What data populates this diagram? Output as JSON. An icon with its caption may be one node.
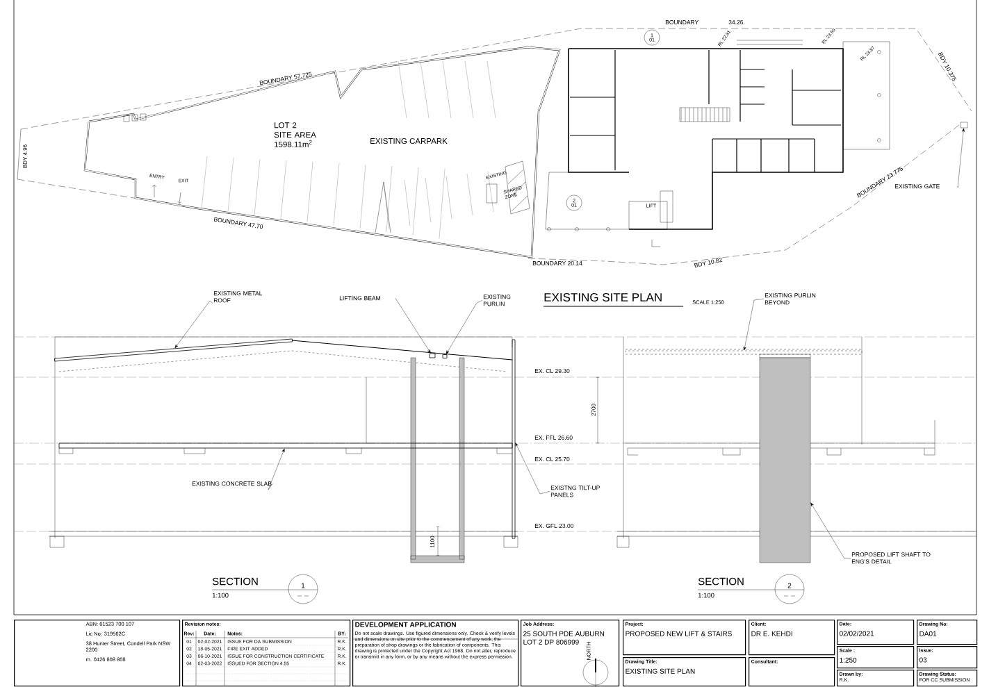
{
  "diagram": {
    "title": "EXISTING SITE PLAN",
    "nodes": [
      {
        "text": [
          "EXISTING METAL ROOF"
        ]
      },
      {
        "text": [
          "LIFTING BEAM"
        ]
      },
      {
        "text": [
          "EXISTING PURLIN"
        ]
      },
      {
        "text": [
          "EXISTING CONCRETE SLAB"
        ]
      },
      {
        "text": [
          "EXISTNG TILT-UP PANELS"
        ]
      },
      {
        "text": [
          "EXISTING PURLIN BEYOND"
        ]
      },
      {
        "text": [
          "PROPOSED LIFT SHAFT TO ENG'S DETAIL"
        ]
      },
      {
        "text": [
          "EXISTING GATE"
        ]
      },
      {
        "text": [
          "ABN: 61523 700 107",
          "Lic No: 319562C",
          "38 Hunter Street, Condell Park NSW 2200",
          "m. 0426 808 808"
        ]
      },
      {
        "text": [
          "Revision notes:"
        ]
      },
      {
        "text": [
          "DEVELOPMENT APPLICATION",
          "Do not scale drawings. Use figured dimensions only. Check & verify levels and dimensions on site prior to the commencement of any work, the preparation of shop drawings or the fabrication of components. This drawing is protected under the Copyright Act 1968. Do not alter, reproduce or transmitt in any form, or by any means without the express permission."
        ]
      },
      {
        "text": [
          "Job Address:",
          "25 SOUTH PDE AUBURN LOT 2 DP 806999"
        ]
      },
      {
        "text": [
          "Project:",
          "PROPOSED NEW LIFT & STAIRS"
        ]
      },
      {
        "text": [
          "Client:",
          "DR E. KEHDI"
        ]
      },
      {
        "text": [
          "Drawing Title:",
          "EXISTING SITE PLAN"
        ]
      },
      {
        "text": [
          "Consultant:"
        ]
      },
      {
        "text": [
          "Date:",
          "02/02/2021"
        ]
      },
      {
        "text": [
          "Drawing No:",
          "DA01"
        ]
      },
      {
        "text": [
          "Scale :",
          "1:250"
        ]
      },
      {
        "text": [
          "Issue:",
          "03"
        ]
      },
      {
        "text": [
          "Drawn by:",
          "R.K."
        ]
      },
      {
        "text": [
          "Drawing Status:",
          "FOR CC SUBMISSION"
        ]
      },
      {
        "text": [
          "1"
        ]
      },
      {
        "text": [
          "2"
        ]
      },
      {
        "text": [
          "1",
          "01"
        ]
      },
      {
        "text": [
          "2",
          "01"
        ]
      },
      {
        "text": [],
        "shape": "bar"
      },
      {
        "text": [],
        "shape": "bar"
      },
      {
        "text": [],
        "shape": "bar"
      },
      {
        "text": [],
        "shape": "bar"
      },
      {
        "text": [],
        "shape": "bar"
      },
      {
        "text": [],
        "shape": "bar"
      },
      {
        "text": [],
        "shape": "box"
      },
      {
        "text": [],
        "shape": "box"
      }
    ],
    "edges": [
      {
        "from": 0,
        "to": 26,
        "arrow": "to"
      },
      {
        "from": 1,
        "to": 27,
        "arrow": "to"
      },
      {
        "from": 2,
        "to": 28,
        "arrow": "to"
      },
      {
        "from": 3,
        "to": 29,
        "arrow": "to"
      },
      {
        "from": 4,
        "to": 30,
        "arrow": "to"
      },
      {
        "from": 5,
        "to": 31,
        "arrow": "to"
      },
      {
        "from": 6,
        "to": 32,
        "arrow": "to"
      },
      {
        "from": 7,
        "to": 33,
        "arrow": "to"
      }
    ],
    "labels": [
      "BOUNDARY",
      "34.26",
      "RL 22.81",
      "RL 23.50",
      "RL 23.87",
      "BDY 10.375",
      "BOUNDARY 57.725",
      "LOT 2 SITE AREA 1598.11m$^{2}$",
      "EXISTING CARPARK",
      "BDY 4.96",
      "ENTRY",
      "EXIT",
      "EXISTING",
      "SHARED ZONE",
      "LIFT",
      "BOUNDARY 23.775",
      "BOUNDARY 47.70",
      "BOUNDARY 20.14",
      "BDY 10.82",
      "SCALE 1:250",
      "EX. CL 29.30",
      "2700",
      "EX. FFL 26.60",
      "EX. CL 25.70",
      "EX. GFL 23.00",
      "1100",
      "SECTION",
      "1:100",
      "SECTION",
      "1:100",
      "NORTH",
      "Rev:",
      "Date:",
      "Notes:",
      "BY:",
      "01",
      "02-02-2021",
      "ISSUE FOR DA SUBMISSION",
      "R.K.",
      "02",
      "18-05-2021",
      "FIRE EXIT ADDED",
      "R.K.",
      "03",
      "06-10-2021",
      "ISSUE FOR CONSTRUCTION CERTIFICATE",
      "R.K.",
      "04",
      "02-03-2022",
      "ISSUED FOR SECTION 4.55",
      "R.K."
    ]
  }
}
